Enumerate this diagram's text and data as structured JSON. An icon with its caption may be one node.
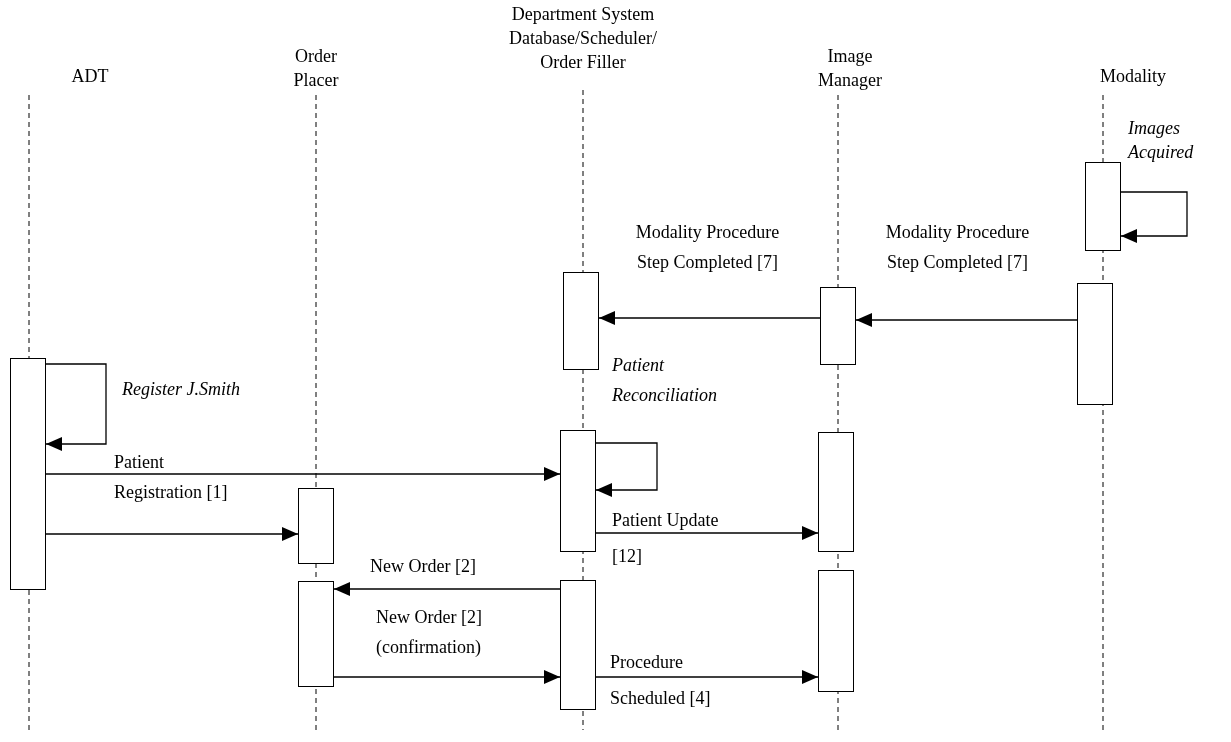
{
  "diagram": {
    "nodes": [
      {
        "text": [
          "ADT"
        ]
      },
      {
        "text": [
          "Order Placer"
        ]
      },
      {
        "text": [
          "Department System Database/Scheduler/ Order Filler"
        ]
      },
      {
        "text": [
          "Image Manager"
        ]
      },
      {
        "text": [
          "Modality"
        ]
      },
      {
        "text": [],
        "shape": "bar"
      },
      {
        "text": [],
        "shape": "bar"
      },
      {
        "text": [],
        "shape": "bar"
      },
      {
        "text": [],
        "shape": "bar"
      },
      {
        "text": [],
        "shape": "bar"
      },
      {
        "text": [],
        "shape": "bar"
      },
      {
        "text": [],
        "shape": "bar"
      },
      {
        "text": [],
        "shape": "bar"
      },
      {
        "text": [],
        "shape": "bar"
      },
      {
        "text": [],
        "shape": "bar"
      },
      {
        "text": [],
        "shape": "bar"
      }
    ],
    "edges": [
      {
        "from": 14,
        "to": 14,
        "arrow": "to",
        "label": "Images Acquired"
      },
      {
        "from": 15,
        "to": 11,
        "arrow": "to",
        "label": "Modality Procedure Step Completed [7]"
      },
      {
        "from": 11,
        "to": 8,
        "arrow": "to",
        "label": "Modality Procedure Step Completed [7]"
      },
      {
        "from": 5,
        "to": 5,
        "arrow": "to",
        "label": "Register J.Smith"
      },
      {
        "from": 5,
        "to": 9,
        "arrow": "to",
        "label": "Patient Registration [1]"
      },
      {
        "from": 5,
        "to": 6,
        "arrow": "to"
      },
      {
        "from": 9,
        "to": 9,
        "arrow": "to",
        "label": "Patient Reconciliation"
      },
      {
        "from": 9,
        "to": 12,
        "arrow": "to",
        "label": "Patient Update [12]"
      },
      {
        "from": 10,
        "to": 7,
        "arrow": "to",
        "label": "New Order [2]"
      },
      {
        "from": 7,
        "to": 10,
        "arrow": "to",
        "label": "New Order [2] (confirmation)"
      },
      {
        "from": 10,
        "to": 13,
        "arrow": "to",
        "label": "Procedure Scheduled [4]"
      }
    ]
  }
}
